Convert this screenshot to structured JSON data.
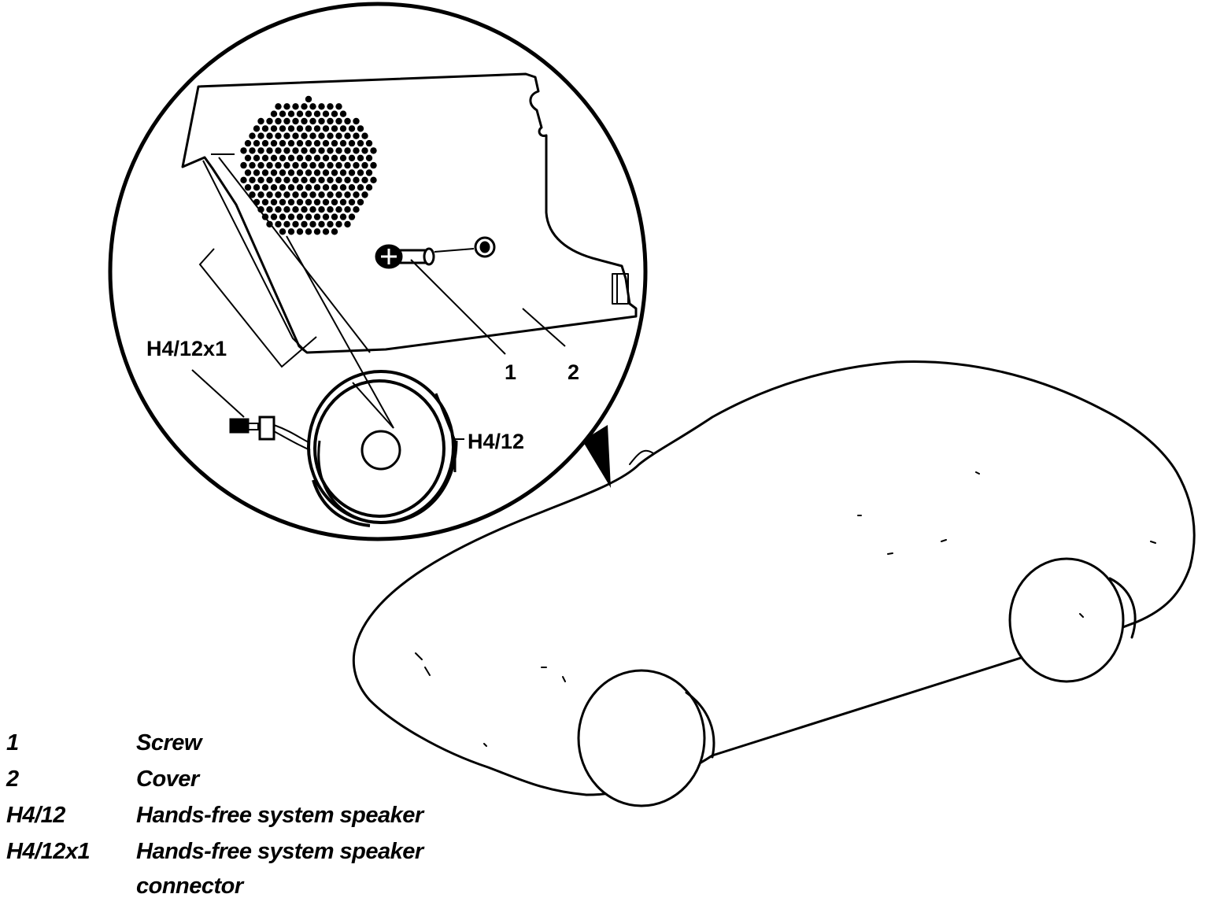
{
  "callouts": {
    "screw": "1",
    "cover": "2",
    "speaker": "H4/12",
    "connector": "H4/12x1"
  },
  "legend": [
    {
      "key": "1",
      "desc": "Screw"
    },
    {
      "key": "2",
      "desc": "Cover"
    },
    {
      "key": "H4/12",
      "desc": "Hands-free system speaker"
    },
    {
      "key": "H4/12x1",
      "desc": "Hands-free system speaker connector"
    }
  ]
}
